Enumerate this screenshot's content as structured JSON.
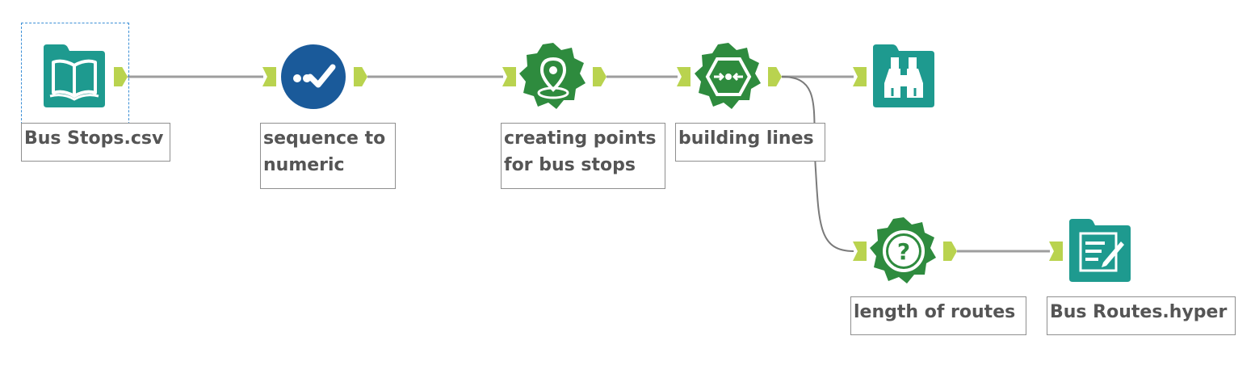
{
  "workflow": {
    "tools": [
      {
        "id": "input",
        "label": "Bus Stops.csv",
        "icon": "book-icon",
        "color": "#1e9a8f"
      },
      {
        "id": "select",
        "label": "sequence to\nnumeric",
        "icon": "checkmark-icon",
        "color": "#1a5a9a"
      },
      {
        "id": "create-points",
        "label": "creating points\nfor bus stops",
        "icon": "map-pin-icon",
        "color": "#2e8b3e"
      },
      {
        "id": "poly-build",
        "label": "building lines",
        "icon": "poly-build-icon",
        "color": "#2e8b3e"
      },
      {
        "id": "browse",
        "label": "",
        "icon": "binoculars-icon",
        "color": "#1e9a8f"
      },
      {
        "id": "spatial-info",
        "label": "length of routes",
        "icon": "question-icon",
        "color": "#2e8b3e"
      },
      {
        "id": "output",
        "label": "Bus Routes.hyper",
        "icon": "output-document-icon",
        "color": "#1e9a8f"
      }
    ],
    "connector_color": "#a0a0a0",
    "anchor_color": "#b9d34f",
    "selected_tool": "input"
  }
}
